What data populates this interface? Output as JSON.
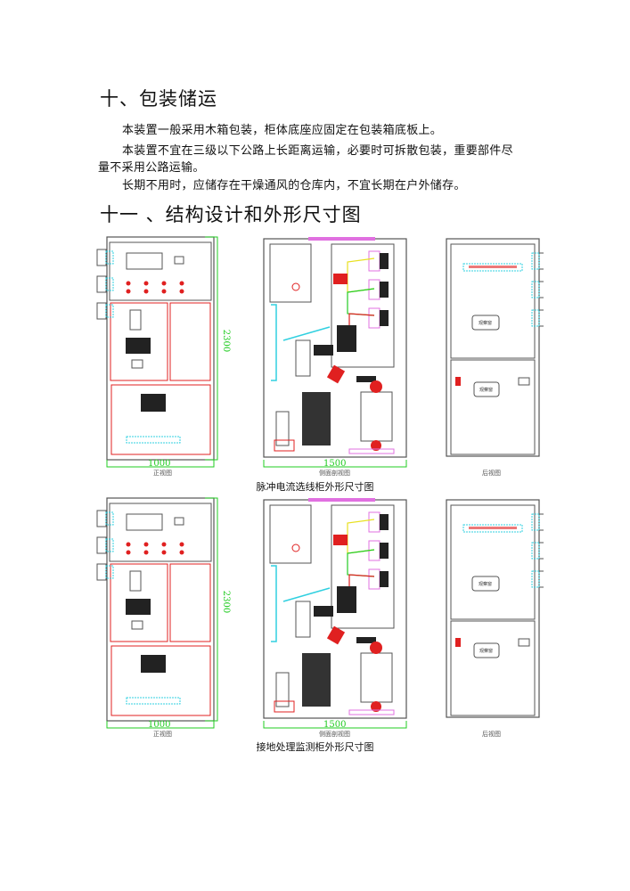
{
  "section10": {
    "heading": "十、包装储运",
    "paragraphs": [
      "本装置一般采用木箱包装，柜体底座应固定在包装箱底板上。",
      "本装置不宜在三级以下公路上长距离运输，必要时可拆散包装，重要部件尽",
      "量不采用公路运输。",
      "长期不用时，应储存在干燥通风的仓库内，不宜长期在户外储存。"
    ]
  },
  "section11": {
    "heading": "十一 、结构设计和外形尺寸图"
  },
  "figures": [
    {
      "caption": "脉冲电流选线柜外形尺寸图",
      "front_label": "正视图",
      "side_label": "侧面剖视图",
      "back_label": "后视图",
      "height_dim": "2300",
      "width_dim": "1000",
      "depth_dim": "1500",
      "window_label": "观察窗"
    },
    {
      "caption": "接地处理监测柜外形尺寸图",
      "front_label": "正视图",
      "side_label": "侧面剖视图",
      "back_label": "后视图",
      "height_dim": "2300",
      "width_dim": "1000",
      "depth_dim": "1500",
      "window_label": "观察窗"
    }
  ],
  "colors": {
    "dimension": "#22cc22",
    "outline": "#555555",
    "accent_red": "#e02020",
    "pink": "#e070e0",
    "cyan": "#30d0e0"
  }
}
